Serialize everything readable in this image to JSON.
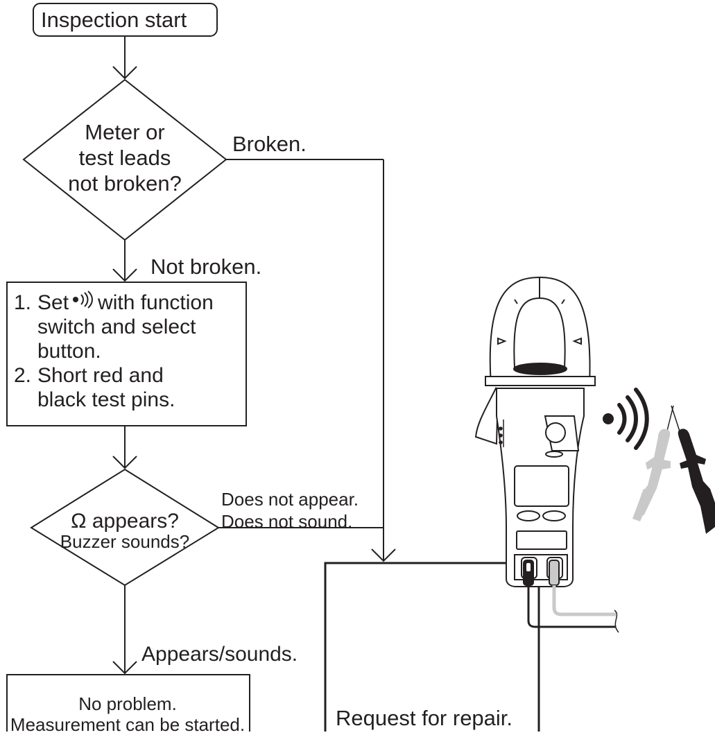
{
  "flowchart": {
    "start": "Inspection start",
    "decision1": {
      "lines": [
        "Meter or",
        "test leads",
        "not broken?"
      ]
    },
    "decision1_no_label": "Broken.",
    "decision1_yes_label": "Not broken.",
    "process": {
      "step1_num": "1.",
      "step1_pre": "Set",
      "step1_post": "with function",
      "step1_cont": [
        "switch and select",
        "button."
      ],
      "step2_num": "2.",
      "step2_lines": [
        "Short red and",
        "black test pins."
      ]
    },
    "decision2": {
      "line1": "Ω appears?",
      "line2": "Buzzer sounds?"
    },
    "decision2_no_labels": [
      "Does not appear.",
      "Does not sound."
    ],
    "decision2_yes_label": "Appears/sounds.",
    "end_ok": [
      "No problem.",
      "Measurement can be started."
    ],
    "end_repair": "Request for repair."
  },
  "illustration": {
    "device": "clamp-meter",
    "icons": [
      "buzzer-icon",
      "sound-waves-icon",
      "red-test-lead-icon",
      "black-test-lead-icon"
    ]
  },
  "colors": {
    "ink": "#231f20",
    "light_lead": "#c9c9c9",
    "background": "#ffffff"
  }
}
